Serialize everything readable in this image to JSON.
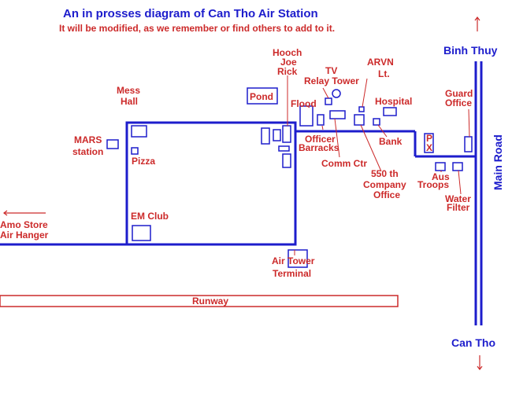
{
  "title": "An in prosses diagram of Can Tho Air Station",
  "subtitle": "It will be modified, as we remember or find others to add to it.",
  "colors": {
    "red": "#cc2a2a",
    "blue": "#1d1dcc"
  },
  "labels": {
    "binh_thuy": "Binh Thuy",
    "can_tho": "Can Tho",
    "main_road": "Main Road",
    "hooch_1": "Hooch",
    "hooch_2": "Joe",
    "hooch_3": "Rick",
    "tv_1": "TV",
    "tv_2": "Relay Tower",
    "arvn_1": "ARVN",
    "arvn_2": "Lt.",
    "mess_1": "Mess",
    "mess_2": "Hall",
    "pond": "Pond",
    "flood": "Flood",
    "hospital": "Hospital",
    "guard_1": "Guard",
    "guard_2": "Office",
    "mars_1": "MARS",
    "mars_2": "station",
    "pizza": "Pizza",
    "officer_1": "Officer",
    "officer_2": "Barracks",
    "bank": "Bank",
    "px_1": "P",
    "px_2": "X",
    "comm": "Comm Ctr",
    "co550_1": "550 th",
    "co550_2": "Company",
    "co550_3": "Office",
    "aus_1": "Aus",
    "aus_2": "Troops",
    "water_1": "Water",
    "water_2": "Filter",
    "em_club": "EM Club",
    "amo_1": "Amo Store",
    "amo_2": "Air Hanger",
    "airtower_1": "Air Tower",
    "airtower_2": "Terminal",
    "runway": "Runway"
  }
}
